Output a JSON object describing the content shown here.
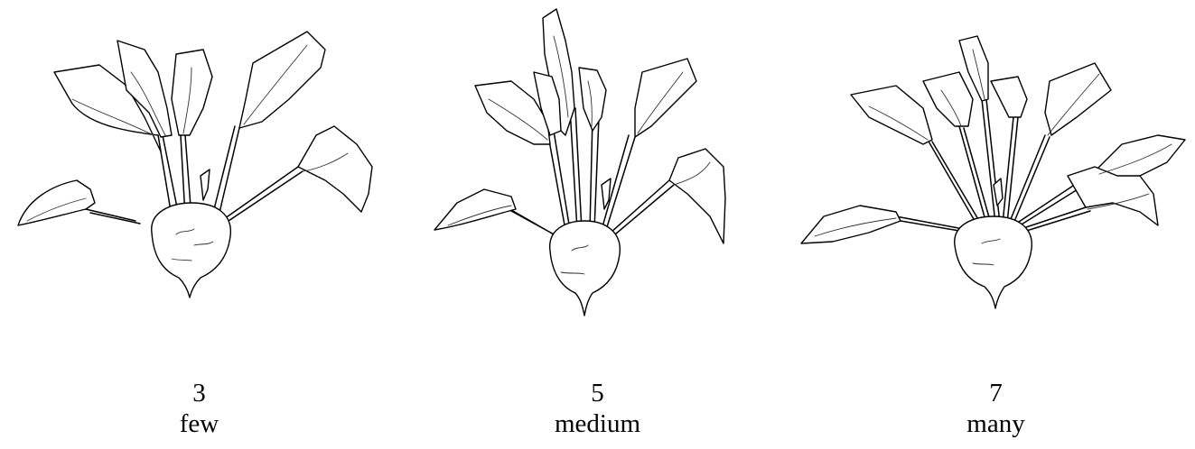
{
  "panels": [
    {
      "number": "3",
      "label": "few"
    },
    {
      "number": "5",
      "label": "medium"
    },
    {
      "number": "7",
      "label": "many"
    }
  ]
}
